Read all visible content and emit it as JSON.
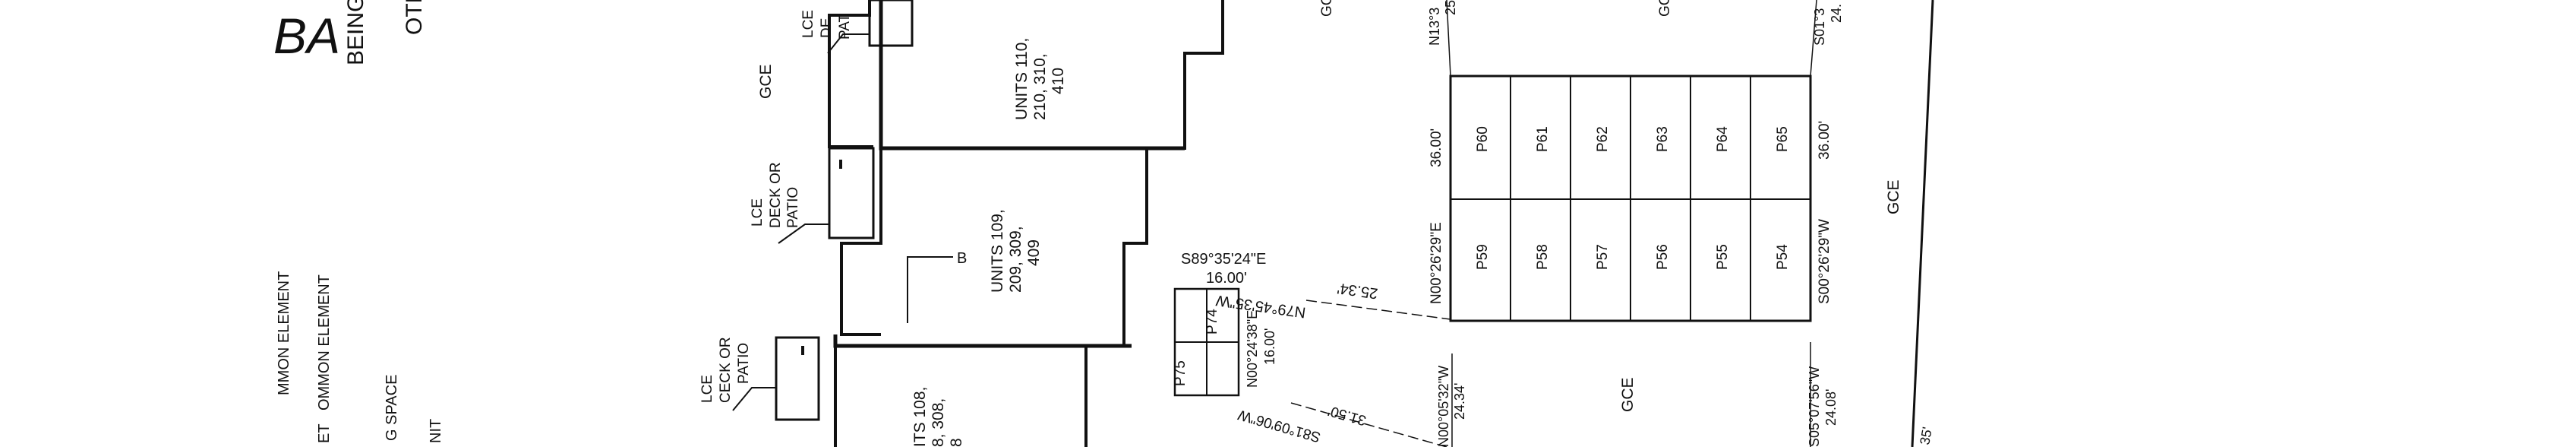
{
  "title": {
    "big": "BA",
    "sub1": "BEING",
    "sub2": "OTH"
  },
  "legend": {
    "items": [
      "MMON ELEMENT",
      "OMMON ELEMENT",
      "ET",
      "G SPACE",
      "NIT"
    ]
  },
  "labels": {
    "gce": "GCE",
    "gc_partial": "GC",
    "gcu_partial": "GCI",
    "lce_deck": [
      "LCE",
      "DECK OR",
      "PATIO"
    ],
    "lce_ceck": [
      "LCE",
      "CECK OR",
      "PATIO"
    ],
    "lce_top": [
      "LCE",
      "DE",
      "PAT"
    ],
    "b_marker": "B",
    "units_110": [
      "UNITS 110,",
      "210, 310,",
      "410"
    ],
    "units_109": [
      "UNITS 109,",
      "209, 309,",
      "409"
    ],
    "units_108": [
      "ITS 108,",
      "8, 308,",
      "8"
    ]
  },
  "parking": {
    "top_row": [
      "P60",
      "P61",
      "P62",
      "P63",
      "P64",
      "P65"
    ],
    "bottom_row": [
      "P59",
      "P58",
      "P57",
      "P56",
      "P55",
      "P54"
    ],
    "small": [
      "P74",
      "P75"
    ]
  },
  "bearings": {
    "s89": "S89°35'24\"E",
    "s89_dist": "16.00'",
    "n00_24": "N00°24'38\"E",
    "n00_24_dist": "16.00'",
    "n79": "N79°45'35\"W",
    "n79_dist": "25.34'",
    "s81": "S81°09'06\"W",
    "s81_dist": "31.50'",
    "n00_26": "N00°26'29\"E",
    "n00_26_dist": "36.00'",
    "s00_26": "S00°26'29\"W",
    "s00_26_dist": "36.00'",
    "n00_05": "N00°05'32\"W",
    "n00_05_dist": "24.34'",
    "s05_07": "S05°07'56\"W",
    "s05_07_dist": "24.08'",
    "n13": "N13°3",
    "n13_dist": "25",
    "s01": "S01°3",
    "s01_dist": "24.",
    "bottom_dist": "35'"
  }
}
